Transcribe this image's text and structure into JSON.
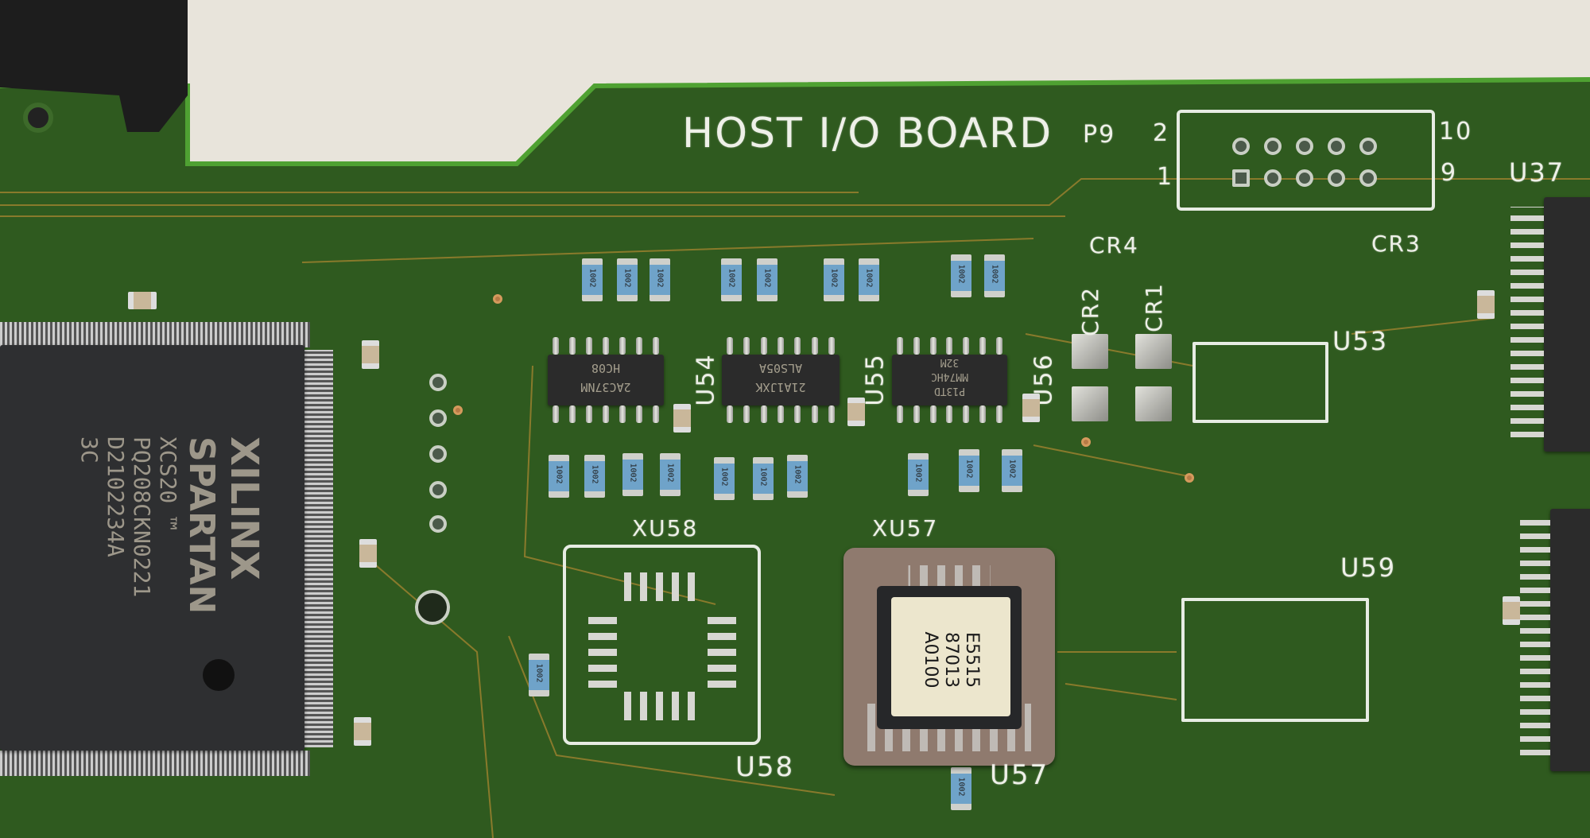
{
  "board_title": "HOST I/O BOARD",
  "connector": {
    "ref": "P9",
    "pin_labels": [
      "2",
      "1",
      "10",
      "9"
    ]
  },
  "refs": {
    "u54": "U54",
    "u55": "U55",
    "u56": "U56",
    "u53": "U53",
    "u59": "U59",
    "u37": "U37",
    "u58": "U58",
    "u57": "U57",
    "xu58": "XU58",
    "xu57": "XU57",
    "cr1": "CR1",
    "cr2": "CR2",
    "cr3": "CR3",
    "cr4": "CR4"
  },
  "fpga": {
    "brand": "XILINX",
    "family": "SPARTAN",
    "lines": [
      "XCS20 ™",
      "PQ208CKN0221",
      "D2102234A",
      "3C"
    ]
  },
  "chips": {
    "u54": [
      "HC08",
      "2AC37NM"
    ],
    "u55": [
      "ALS05A",
      "21A1JXK"
    ],
    "u56": [
      "32M",
      "MM74HC",
      "P13TD"
    ]
  },
  "eprom_label": [
    "E5515",
    "87013",
    "A0100"
  ],
  "resistor_code": "1002",
  "colors": {
    "board": "#2f5a1f",
    "silkscreen": "#eef0e8",
    "background": "#e8e4db",
    "resistor": "#6fa3c9"
  }
}
